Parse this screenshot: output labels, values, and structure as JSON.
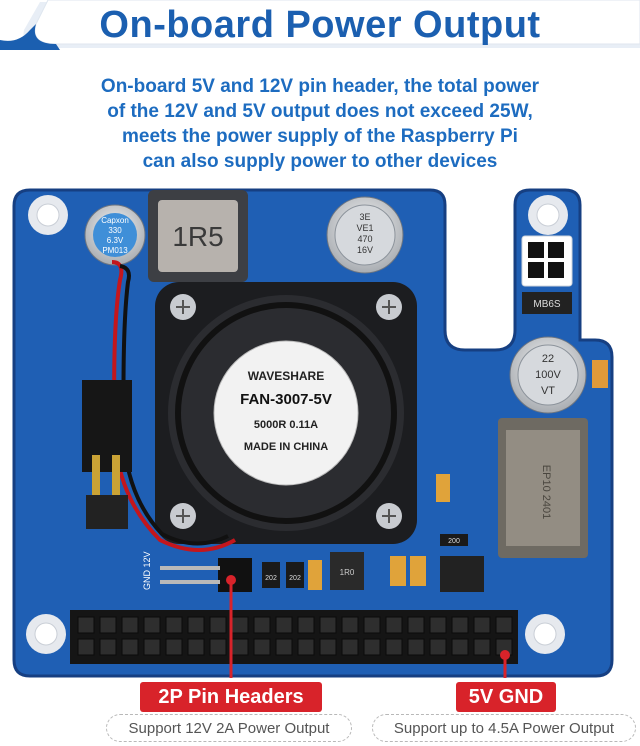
{
  "header": {
    "title": "On-board Power Output",
    "description_lines": [
      "On-board 5V and 12V pin header, the total power",
      "of the 12V and 5V output does not exceed 25W,",
      "meets the power supply of the Raspberry Pi",
      "can also supply power to other devices"
    ]
  },
  "board": {
    "inductor_label": "1R5",
    "fan_brand": "WAVESHARE",
    "fan_model": "FAN-3007-5V",
    "fan_spec": "5000R  0.11A",
    "fan_origin": "MADE IN CHINA",
    "capacitor_small": [
      "Capxon",
      "330",
      "6.3V",
      "PM013"
    ],
    "capacitor_top": [
      "3E",
      "VE1",
      "470",
      "16V"
    ],
    "capacitor_right": [
      "22",
      "100V",
      "VT"
    ],
    "transformer_label": "EP10 2401",
    "rectifier_label": "MB6S",
    "resistor_labels": [
      "202",
      "202",
      "1R0",
      "200"
    ],
    "pin_label": "GND 12V",
    "colors": {
      "pcb": "#1f5fb4",
      "pcb_edge": "#163f82",
      "accent_red": "#d8232a",
      "title_blue": "#1b5fb0"
    }
  },
  "callouts": [
    {
      "label": "2P Pin Headers",
      "subtitle": "Support 12V 2A Power Output"
    },
    {
      "label": "5V GND",
      "subtitle": "Support up to 4.5A Power Output"
    }
  ]
}
